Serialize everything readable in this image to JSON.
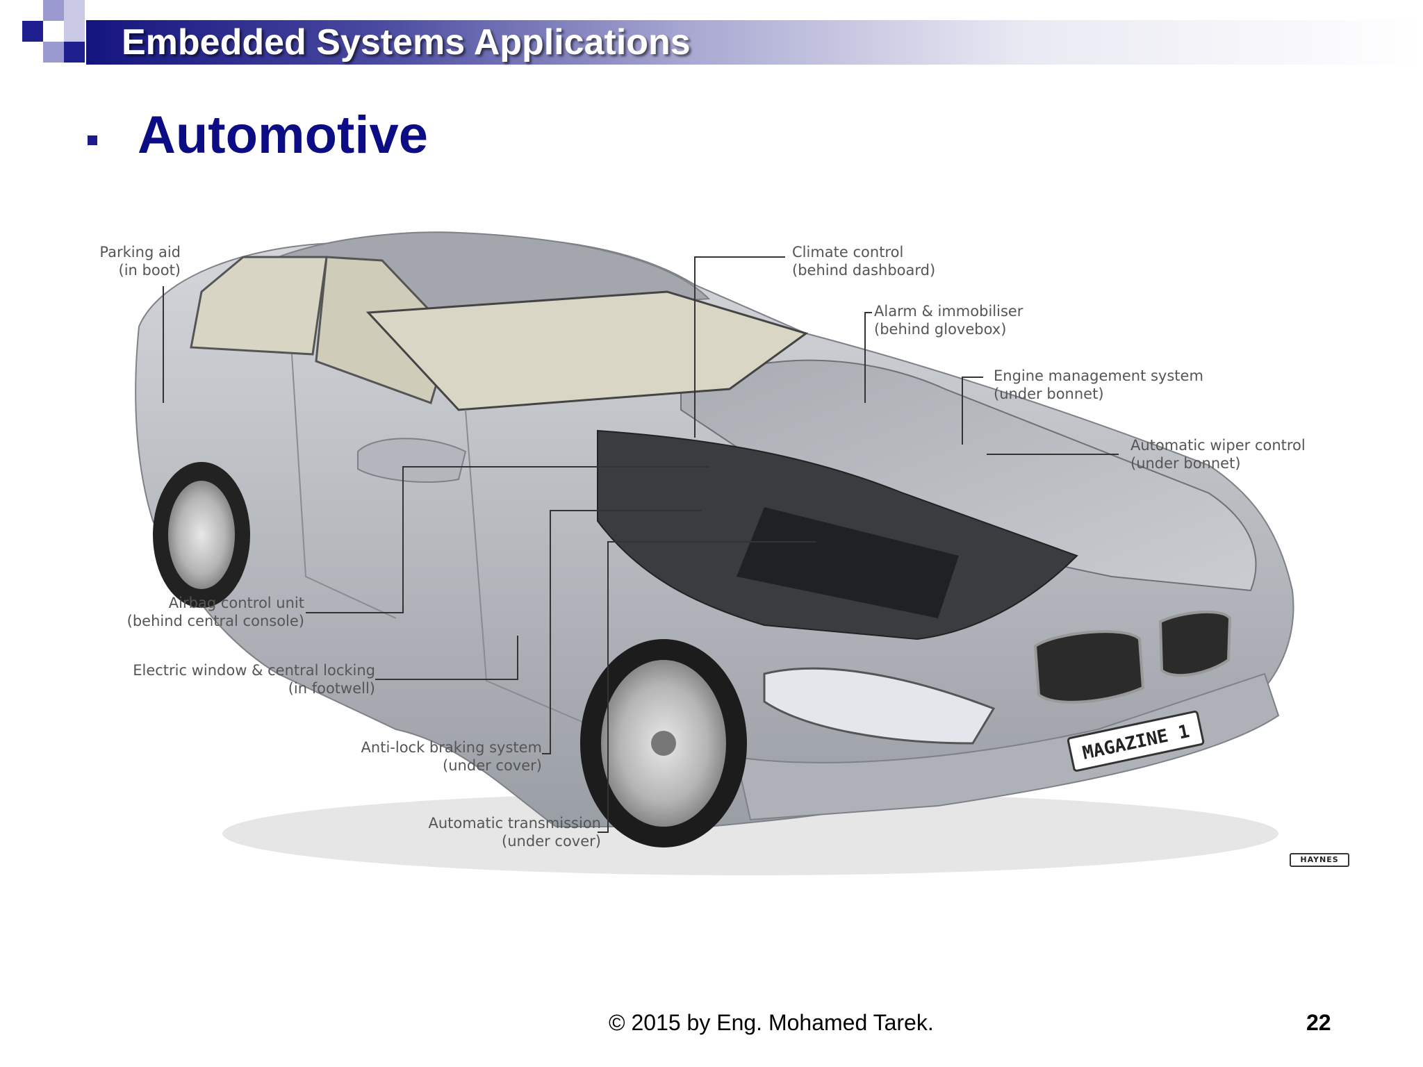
{
  "slide": {
    "title": "Embedded Systems Applications",
    "heading": "Automotive",
    "footer": "© 2015 by Eng. Mohamed Tarek.",
    "page_number": "22"
  },
  "diagram": {
    "watermark": "HAYNES",
    "plate": "MAGAZINE 1",
    "labels": {
      "parking_aid": [
        "Parking aid",
        "(in boot)"
      ],
      "climate_control": [
        "Climate control",
        "(behind dashboard)"
      ],
      "alarm": [
        "Alarm & immobiliser",
        "(behind glovebox)"
      ],
      "engine_mgmt": [
        "Engine management system",
        "(under bonnet)"
      ],
      "wiper": [
        "Automatic wiper control",
        "(under bonnet)"
      ],
      "airbag": [
        "Airbag control unit",
        "(behind central console)"
      ],
      "window_locking": [
        "Electric window & central locking",
        "(in footwell)"
      ],
      "abs": [
        "Anti-lock braking system",
        "(under cover)"
      ],
      "transmission": [
        "Automatic transmission",
        "(under cover)"
      ]
    }
  },
  "colors": {
    "title_navy": "#14147e",
    "heading_navy": "#0c0c84",
    "car_body": "#b9bcc2",
    "label_grey": "#555555"
  }
}
